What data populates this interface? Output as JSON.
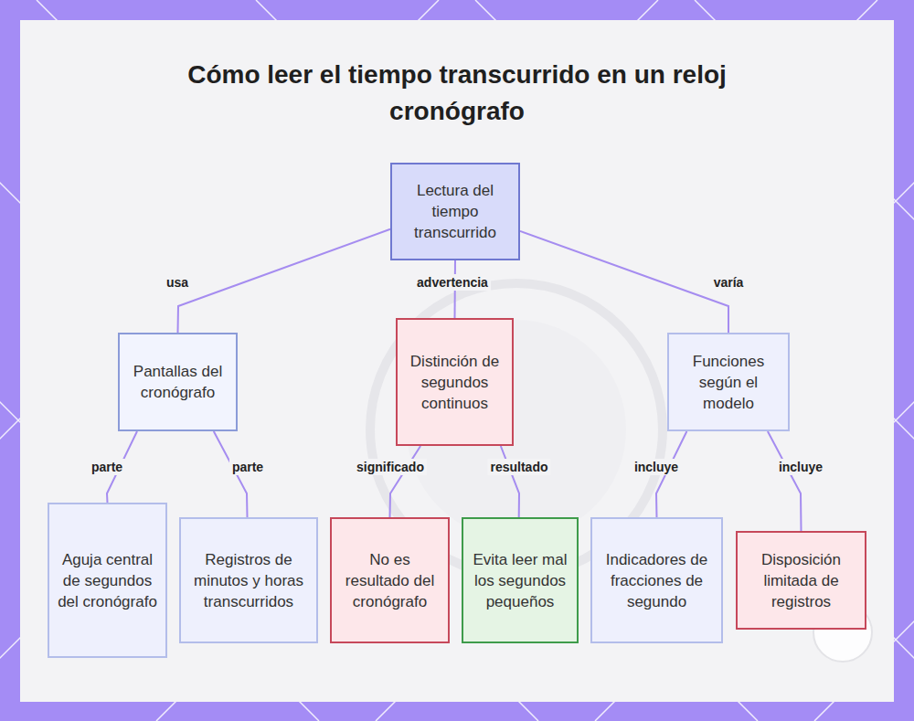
{
  "diagram": {
    "title": "Cómo leer el tiempo transcurrido en un reloj cronógrafo",
    "nodes": [
      {
        "text": [
          "Lectura del tiempo transcurrido"
        ]
      },
      {
        "text": [
          "Pantallas del cronógrafo"
        ]
      },
      {
        "text": [
          "Distinción de segundos continuos"
        ]
      },
      {
        "text": [
          "Funciones según el modelo"
        ]
      },
      {
        "text": [
          "Aguja central de segundos del cronógrafo"
        ]
      },
      {
        "text": [
          "Registros de minutos y horas transcurridos"
        ]
      },
      {
        "text": [
          "No es resultado del cronógrafo"
        ]
      },
      {
        "text": [
          "Evita leer mal los segundos pequeños"
        ]
      },
      {
        "text": [
          "Indicadores de fracciones de segundo"
        ]
      },
      {
        "text": [
          "Disposición limitada de registros"
        ]
      }
    ],
    "edges": [
      {
        "from": 0,
        "to": 1,
        "label": "usa",
        "arrow": "none"
      },
      {
        "from": 0,
        "to": 2,
        "label": "advertencia",
        "arrow": "none"
      },
      {
        "from": 0,
        "to": 3,
        "label": "varía",
        "arrow": "none"
      },
      {
        "from": 1,
        "to": 4,
        "label": "parte",
        "arrow": "none"
      },
      {
        "from": 1,
        "to": 5,
        "label": "parte",
        "arrow": "none"
      },
      {
        "from": 2,
        "to": 6,
        "label": "significado",
        "arrow": "none"
      },
      {
        "from": 2,
        "to": 7,
        "label": "resultado",
        "arrow": "none"
      },
      {
        "from": 3,
        "to": 8,
        "label": "incluye",
        "arrow": "none"
      },
      {
        "from": 3,
        "to": 9,
        "label": "incluye",
        "arrow": "none"
      }
    ]
  }
}
